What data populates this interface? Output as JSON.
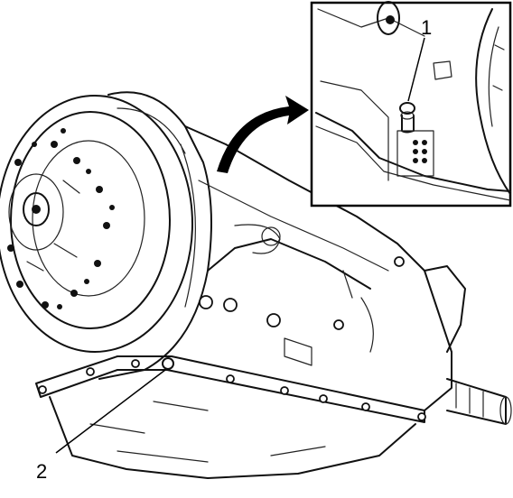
{
  "figure": {
    "callouts": [
      {
        "id": "1",
        "label": "1"
      },
      {
        "id": "2",
        "label": "2"
      }
    ],
    "inset": {
      "shown": true,
      "border_color": "#000000"
    },
    "line_color": "#111111",
    "background": "#ffffff"
  }
}
